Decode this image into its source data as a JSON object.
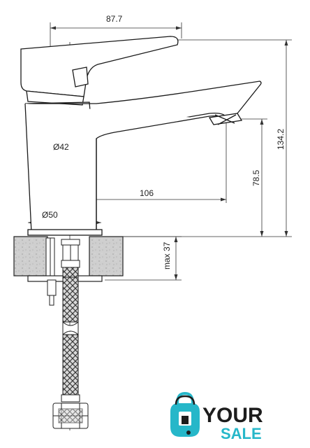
{
  "dimensions": {
    "handle_length": "87.7",
    "total_height": "134.2",
    "body_diameter": "Ø42",
    "spout_height": "78.5",
    "spout_reach": "106",
    "base_diameter": "Ø50",
    "max_thickness": "max 37"
  },
  "logo": {
    "word1": "YOUR",
    "word2": "SALE",
    "accent_color": "#26b7c9",
    "dark_color": "#1c1c1c",
    "icon": "shopping-bag-icon"
  }
}
